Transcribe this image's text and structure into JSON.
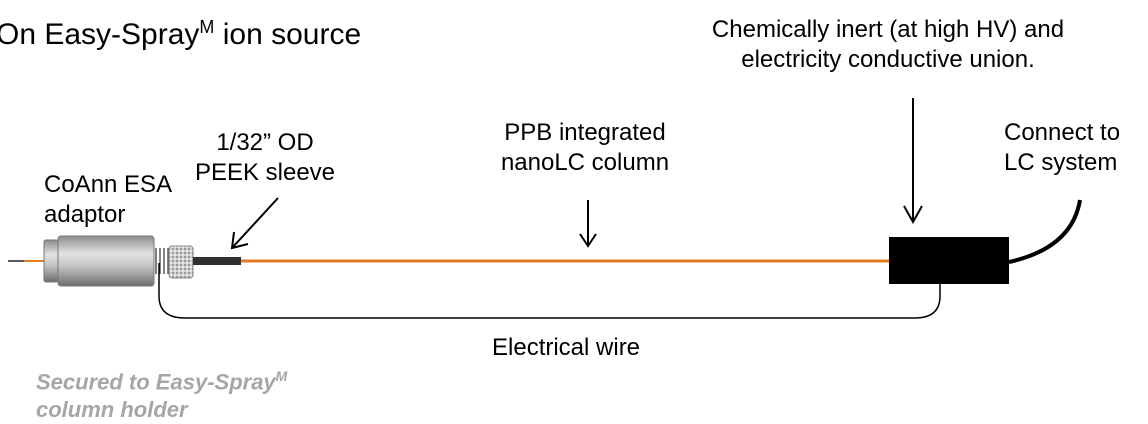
{
  "title": {
    "text": "On Easy-Spray",
    "sup": "M",
    "suffix": " ion source"
  },
  "labels": {
    "adaptor_line1": "CoAnn ESA",
    "adaptor_line2": "adaptor",
    "sleeve_line1": "1/32” OD",
    "sleeve_line2": "PEEK sleeve",
    "column_line1": "PPB integrated",
    "column_line2": "nanoLC column",
    "union_line1": "Chemically inert (at high HV) and",
    "union_line2": "electricity conductive union.",
    "lc_line1": "Connect to",
    "lc_line2": "LC system",
    "wire": "Electrical wire"
  },
  "note": {
    "line1_text": "Secured to Easy-Spray",
    "line1_sup": "M",
    "line2": "column holder"
  },
  "colors": {
    "column": "#e07b26",
    "union": "#000000",
    "adaptor_body": "#b5b5b5",
    "note_text": "#a6a6a6"
  }
}
